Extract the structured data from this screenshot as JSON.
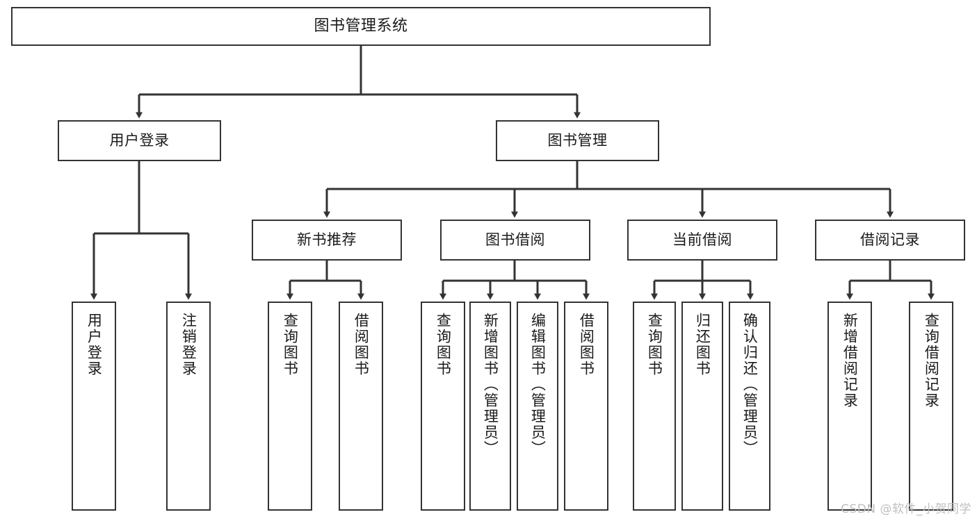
{
  "diagram": {
    "title": "图书管理系统",
    "type": "tree",
    "orientation": "top-down",
    "colors": {
      "node_border": "#333333",
      "node_fill": "#ffffff",
      "connector": "#333333",
      "text": "#1a1a1a",
      "watermark": "#bfbfbf",
      "background": "#ffffff"
    },
    "root": {
      "label": "图书管理系统"
    },
    "level1": [
      {
        "label": "用户登录"
      },
      {
        "label": "图书管理"
      }
    ],
    "level2": [
      {
        "label": "新书推荐"
      },
      {
        "label": "图书借阅"
      },
      {
        "label": "当前借阅"
      },
      {
        "label": "借阅记录"
      }
    ],
    "leaves": {
      "user_login": [
        {
          "label": "用户登录"
        },
        {
          "label": "注销登录"
        }
      ],
      "new_book_recommend": [
        {
          "label": "查询图书"
        },
        {
          "label": "借阅图书"
        }
      ],
      "book_borrow": [
        {
          "label": "查询图书"
        },
        {
          "label": "新增图书（管理员）"
        },
        {
          "label": "编辑图书（管理员）"
        },
        {
          "label": "借阅图书"
        }
      ],
      "current_borrow": [
        {
          "label": "查询图书"
        },
        {
          "label": "归还图书"
        },
        {
          "label": "确认归还（管理员）"
        }
      ],
      "borrow_record": [
        {
          "label": "新增借阅记录"
        },
        {
          "label": "查询借阅记录"
        }
      ]
    }
  },
  "watermark": {
    "text": "CSDN @软件_小贺同学"
  }
}
